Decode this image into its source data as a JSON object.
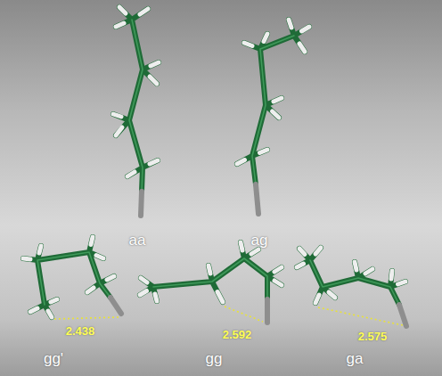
{
  "diagram": {
    "labels": [
      "aa",
      "ag",
      "gg'",
      "gg",
      "ga",
      "2.438",
      "2.592",
      "2.575"
    ]
  }
}
